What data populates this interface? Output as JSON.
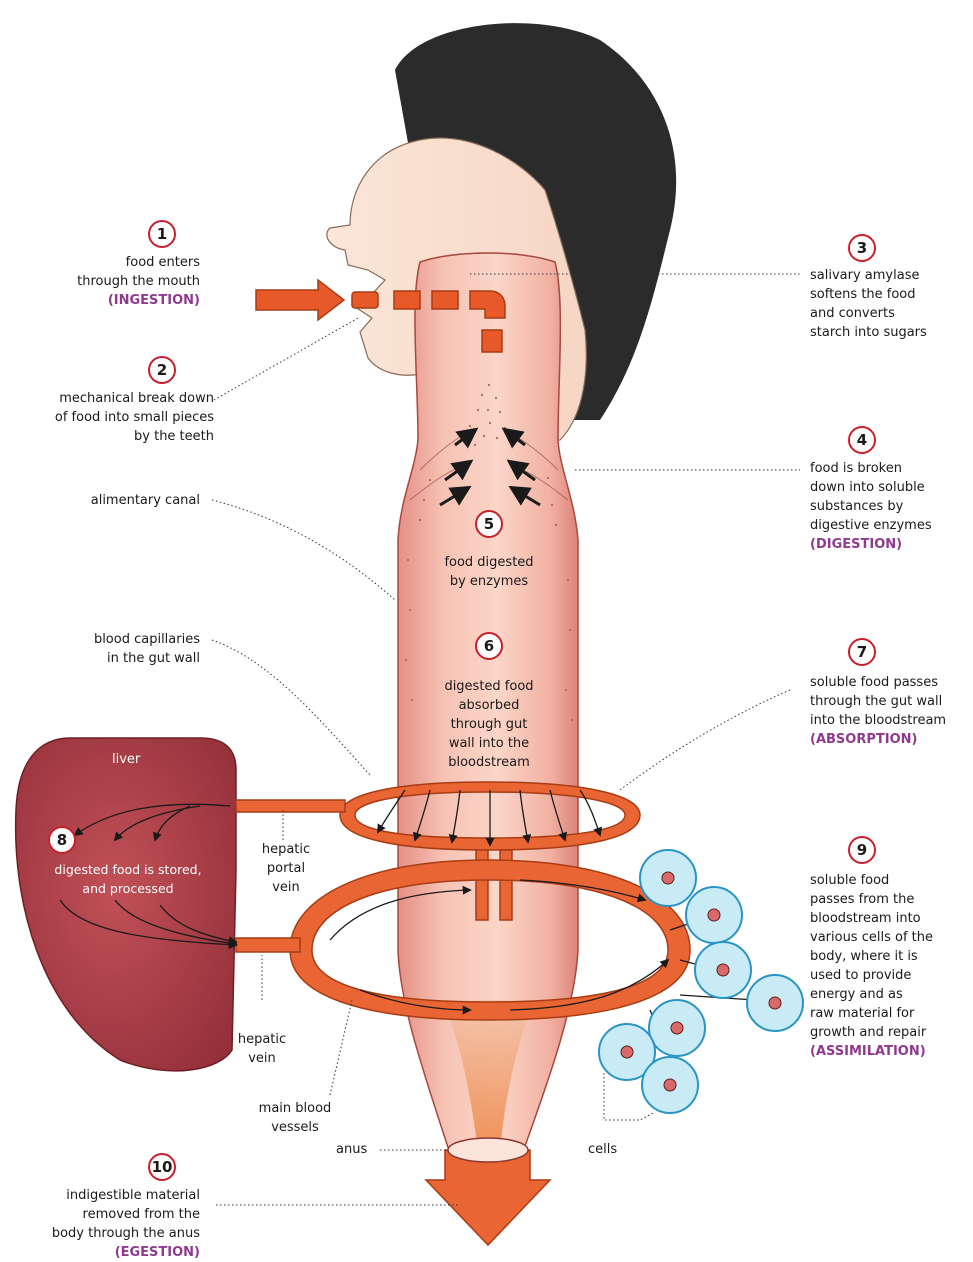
{
  "colors": {
    "hair": "#2b2b2b",
    "skin": "#fae2d2",
    "gut": "#f2b2a2",
    "gut_dark": "#c9554a",
    "vessel": "#ea6534",
    "vessel_dark": "#b84018",
    "liver": "#a8383f",
    "cell_fill": "#c9ebf5",
    "cell_edge": "#2a94c6",
    "badge_ring": "#c8202a",
    "keyword": "#8e3a8e",
    "arrow": "#e8592a"
  },
  "steps": [
    {
      "num": "1",
      "lines": [
        "food enters",
        "through the mouth"
      ],
      "keyword": "(INGESTION)"
    },
    {
      "num": "2",
      "lines": [
        "mechanical break down",
        "of food into small pieces",
        "by the teeth"
      ],
      "keyword": ""
    },
    {
      "num": "3",
      "lines": [
        "salivary amylase",
        "softens the food",
        "and converts",
        "starch into sugars"
      ],
      "keyword": ""
    },
    {
      "num": "4",
      "lines": [
        "food is broken",
        "down into soluble",
        "substances by",
        "digestive enzymes"
      ],
      "keyword": "(DIGESTION)"
    },
    {
      "num": "5",
      "lines": [
        "food digested",
        "by enzymes"
      ],
      "keyword": ""
    },
    {
      "num": "6",
      "lines": [
        "digested food",
        "absorbed",
        "through gut",
        "wall into the",
        "bloodstream"
      ],
      "keyword": ""
    },
    {
      "num": "7",
      "lines": [
        "soluble food passes",
        "through the gut wall",
        "into the bloodstream"
      ],
      "keyword": "(ABSORPTION)"
    },
    {
      "num": "8",
      "lines": [
        "digested food is stored,",
        "and processed"
      ],
      "keyword": ""
    },
    {
      "num": "9",
      "lines": [
        "soluble food",
        "passes from the",
        "bloodstream into",
        "various cells of the",
        "body, where it is",
        "used to provide",
        "energy and as",
        "raw material for",
        "growth and repair"
      ],
      "keyword": "(ASSIMILATION)"
    },
    {
      "num": "10",
      "lines": [
        "indigestible material",
        "removed from the",
        "body through the anus"
      ],
      "keyword": "(EGESTION)"
    }
  ],
  "labels": {
    "alimentary_canal": "alimentary canal",
    "blood_capillaries": [
      "blood capillaries",
      "in the gut wall"
    ],
    "liver": "liver",
    "hepatic_portal_vein": [
      "hepatic",
      "portal",
      "vein"
    ],
    "hepatic_vein": [
      "hepatic",
      "vein"
    ],
    "main_blood_vessels": [
      "main blood",
      "vessels"
    ],
    "anus": "anus",
    "cells": "cells"
  }
}
